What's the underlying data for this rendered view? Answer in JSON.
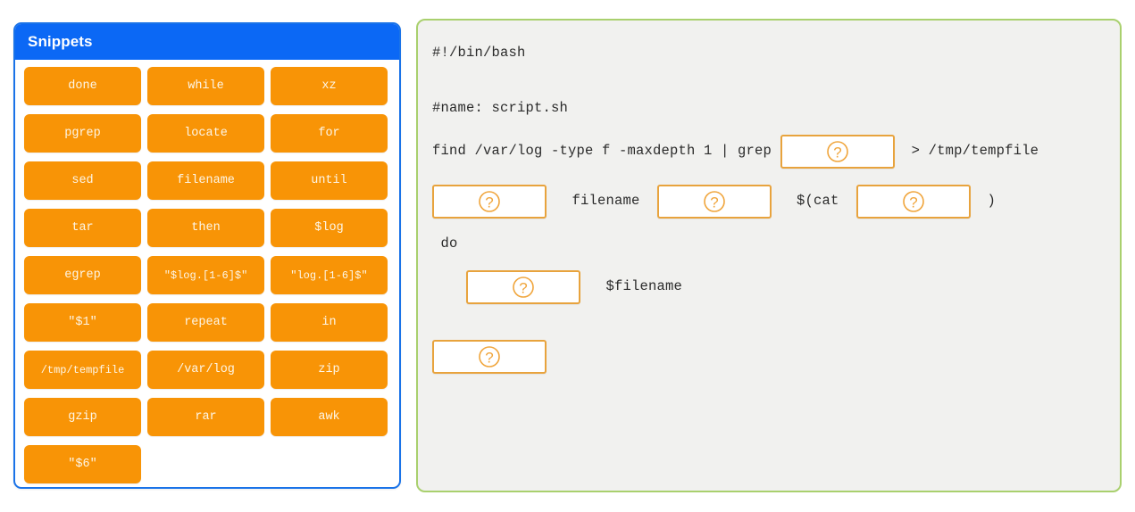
{
  "snippets_panel": {
    "title": "Snippets",
    "accent_color": "#0b68f5",
    "tile_color": "#f89406",
    "tiles": [
      {
        "label": "done"
      },
      {
        "label": "while"
      },
      {
        "label": "xz"
      },
      {
        "label": "pgrep"
      },
      {
        "label": "locate"
      },
      {
        "label": "for"
      },
      {
        "label": "sed"
      },
      {
        "label": "filename"
      },
      {
        "label": "until"
      },
      {
        "label": "tar"
      },
      {
        "label": "then"
      },
      {
        "label": "$log"
      },
      {
        "label": "egrep"
      },
      {
        "label": "\"$log.[1-6]$\""
      },
      {
        "label": "\"log.[1-6]$\""
      },
      {
        "label": "\"$1\""
      },
      {
        "label": "repeat"
      },
      {
        "label": "in"
      },
      {
        "label": "/tmp/tempfile"
      },
      {
        "label": "/var/log"
      },
      {
        "label": "zip"
      },
      {
        "label": "gzip"
      },
      {
        "label": "rar"
      },
      {
        "label": "awk"
      },
      {
        "label": "\"$6\""
      }
    ]
  },
  "code_panel": {
    "border_color": "#a9d06e",
    "background_color": "#f1f1ef",
    "dropzone_border_color": "#e8a33d",
    "dropzone_icon": "question-mark-circle-icon",
    "lines": [
      {
        "id": "line-shebang",
        "segments": [
          {
            "type": "text",
            "value": "#!/bin/bash"
          }
        ]
      },
      {
        "id": "line-blank-1",
        "segments": []
      },
      {
        "id": "line-name",
        "segments": [
          {
            "type": "text",
            "value": "#name: script.sh"
          }
        ]
      },
      {
        "id": "line-find",
        "segments": [
          {
            "type": "text",
            "value": "find /var/log -type f -maxdepth 1 | grep "
          },
          {
            "type": "drop",
            "name": "dropzone-1",
            "width": 128,
            "height": 38
          },
          {
            "type": "text",
            "value": "  > /tmp/tempfile"
          }
        ]
      },
      {
        "id": "line-for",
        "segments": [
          {
            "type": "drop",
            "name": "dropzone-2",
            "width": 128,
            "height": 38
          },
          {
            "type": "text",
            "value": "   filename  "
          },
          {
            "type": "drop",
            "name": "dropzone-3",
            "width": 128,
            "height": 38
          },
          {
            "type": "text",
            "value": "   $(cat  "
          },
          {
            "type": "drop",
            "name": "dropzone-4",
            "width": 128,
            "height": 38
          },
          {
            "type": "text",
            "value": "  )"
          }
        ]
      },
      {
        "id": "line-do",
        "segments": [
          {
            "type": "text",
            "value": " do"
          }
        ]
      },
      {
        "id": "line-body",
        "segments": [
          {
            "type": "text",
            "value": "    "
          },
          {
            "type": "drop",
            "name": "dropzone-5",
            "width": 128,
            "height": 38
          },
          {
            "type": "text",
            "value": "   $filename"
          }
        ]
      },
      {
        "id": "line-blank-2",
        "segments": []
      },
      {
        "id": "line-done",
        "segments": [
          {
            "type": "drop",
            "name": "dropzone-6",
            "width": 128,
            "height": 38
          }
        ]
      }
    ]
  }
}
